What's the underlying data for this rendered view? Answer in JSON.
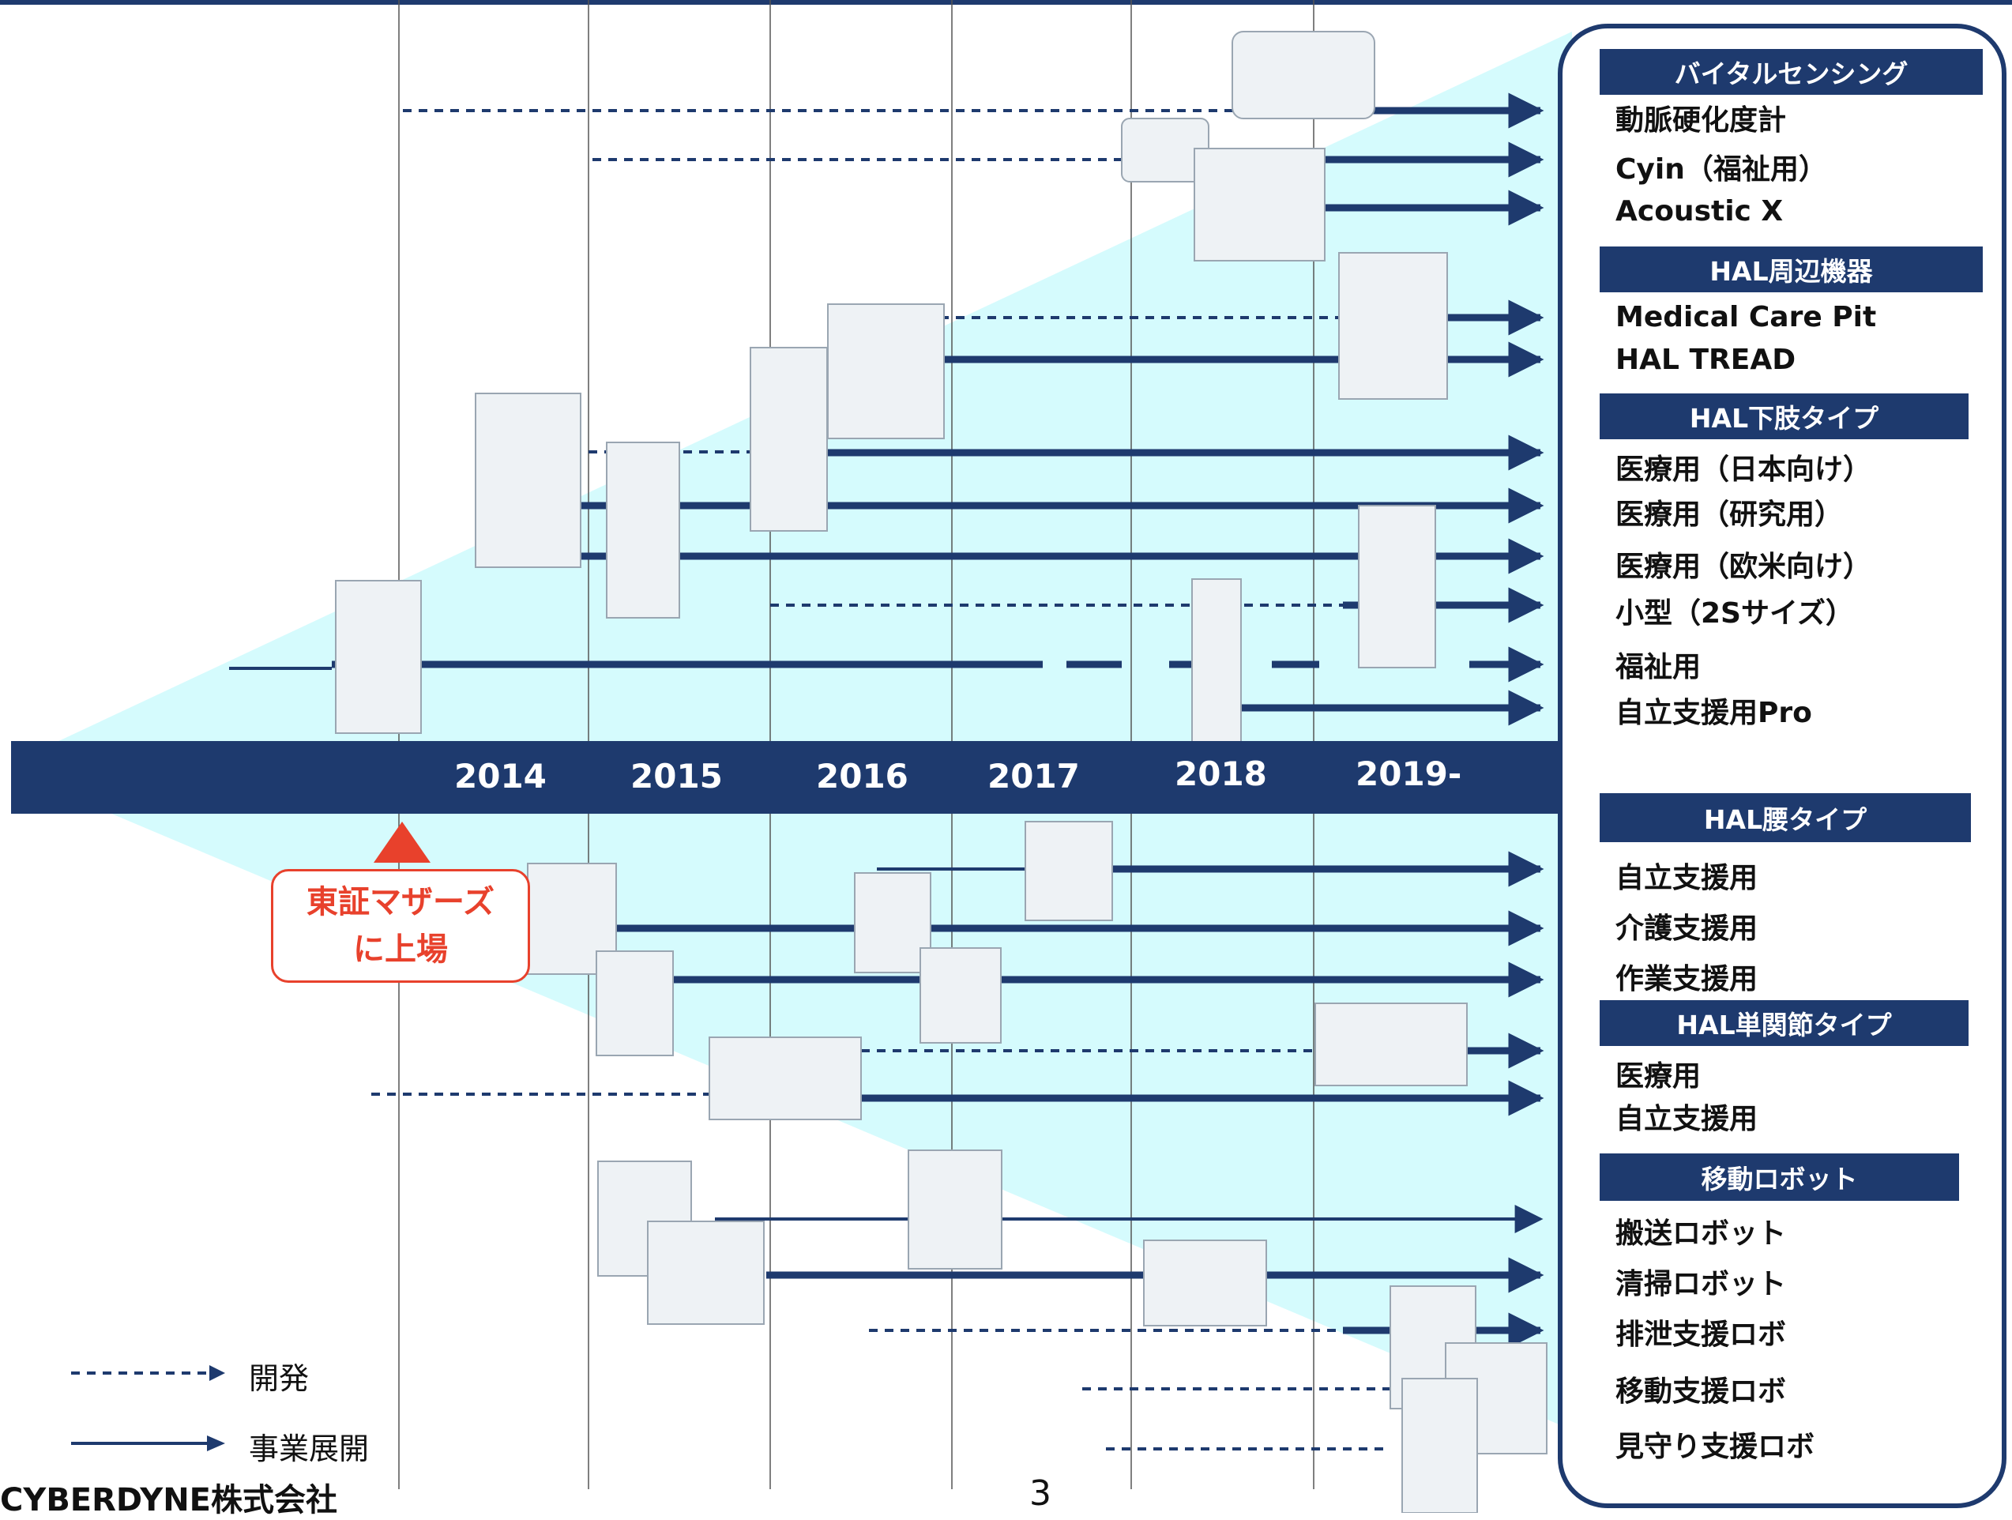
{
  "timeline": {
    "years": [
      "2014",
      "2015",
      "2016",
      "2017",
      "2018",
      "2019-"
    ],
    "bar_color": "#1e3a6e",
    "cone_color": "#d5fbfd"
  },
  "callout": {
    "line1": "東証マザーズ",
    "line2": "に上場",
    "color": "#e8412c"
  },
  "panel": {
    "sections": [
      {
        "title": "バイタルセンシング",
        "items": [
          "動脈硬化度計",
          "Cyin（福祉用）",
          "Acoustic X"
        ]
      },
      {
        "title": "HAL周辺機器",
        "items": [
          "Medical Care Pit",
          "HAL TREAD"
        ]
      },
      {
        "title": "HAL下肢タイプ",
        "items": [
          "医療用（日本向け）",
          "医療用（研究用）",
          "医療用（欧米向け）",
          "小型（2Sサイズ）",
          "福祉用",
          "自立支援用Pro"
        ]
      },
      {
        "title": "HAL腰タイプ",
        "items": [
          "自立支援用",
          "介護支援用",
          "作業支援用"
        ]
      },
      {
        "title": "HAL単関節タイプ",
        "items": [
          "医療用",
          "自立支援用"
        ]
      },
      {
        "title": "移動ロボット",
        "items": [
          "搬送ロボット",
          "清掃ロボット",
          "排泄支援ロボ",
          "移動支援ロボ",
          "見守り支援ロボ"
        ]
      }
    ]
  },
  "legend": {
    "dev": "開発",
    "biz": "事業展開"
  },
  "footer": {
    "company": "CYBERDYNE株式会社",
    "page": "3"
  },
  "colors": {
    "navy": "#1e3a6e",
    "accent": "#e8412c"
  }
}
